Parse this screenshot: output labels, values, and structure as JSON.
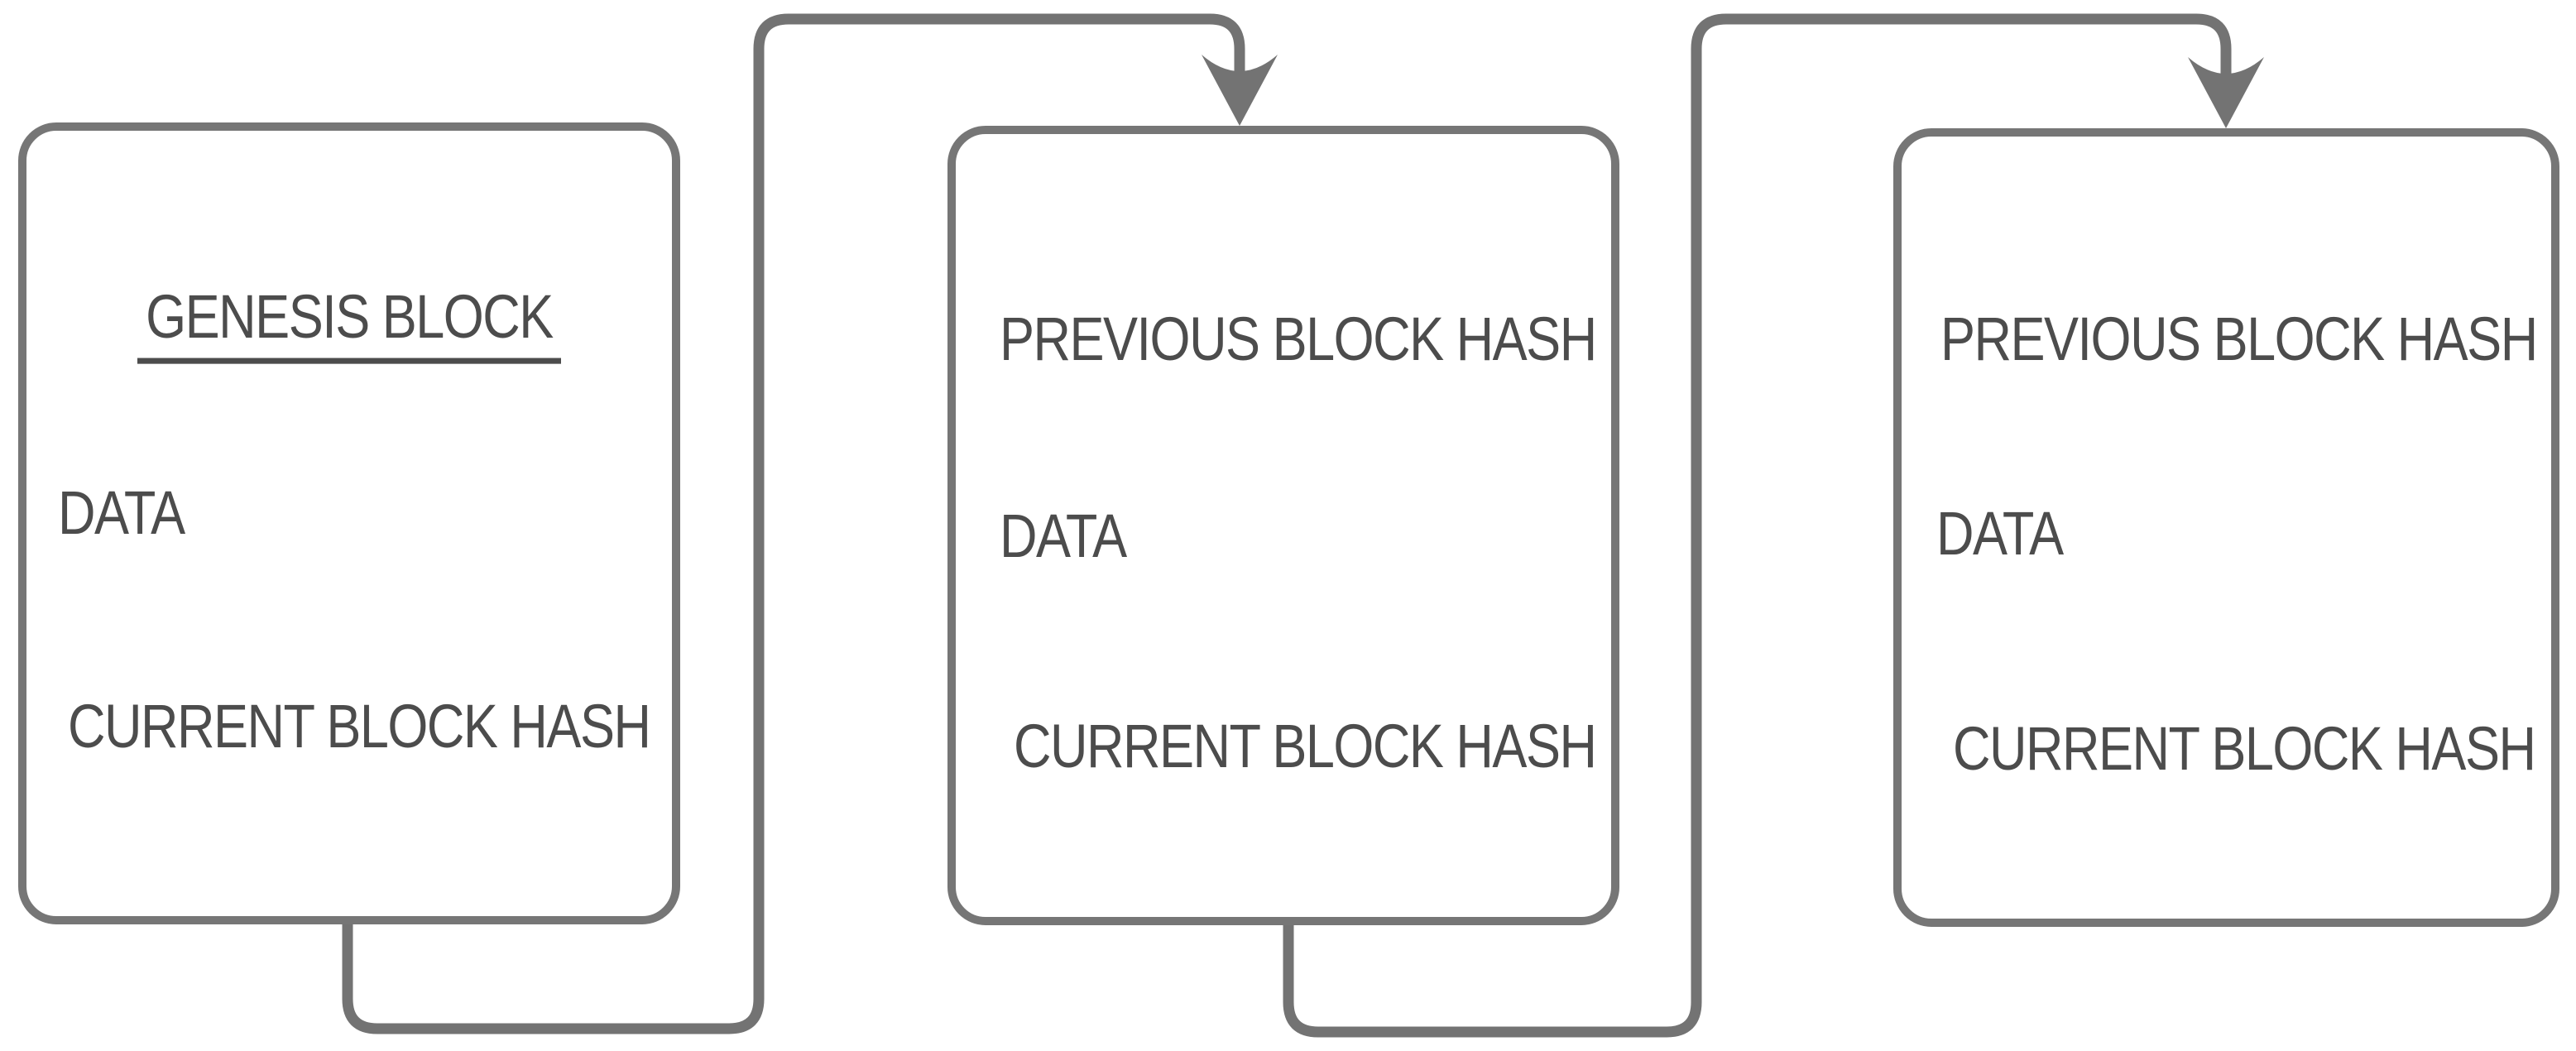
{
  "diagram": {
    "type": "flow-diagram",
    "subject": "blockchain block linkage",
    "background": "#ffffff"
  },
  "colors": {
    "connector": "#737373",
    "block_border": "#767676",
    "text": "#4c4c4c"
  },
  "blocks": [
    {
      "id": "genesis-block",
      "fields": [
        "GENESIS BLOCK",
        "DATA",
        "CURRENT BLOCK HASH"
      ]
    },
    {
      "id": "block-2",
      "fields": [
        "PREVIOUS BLOCK HASH",
        "DATA",
        "CURRENT BLOCK HASH"
      ]
    },
    {
      "id": "block-3",
      "fields": [
        "PREVIOUS BLOCK HASH",
        "DATA",
        "CURRENT BLOCK HASH"
      ]
    }
  ],
  "connectors": [
    {
      "from": "genesis-block",
      "to": "block-2",
      "style": "elbow-arrow"
    },
    {
      "from": "block-2",
      "to": "block-3",
      "style": "elbow-arrow"
    }
  ]
}
